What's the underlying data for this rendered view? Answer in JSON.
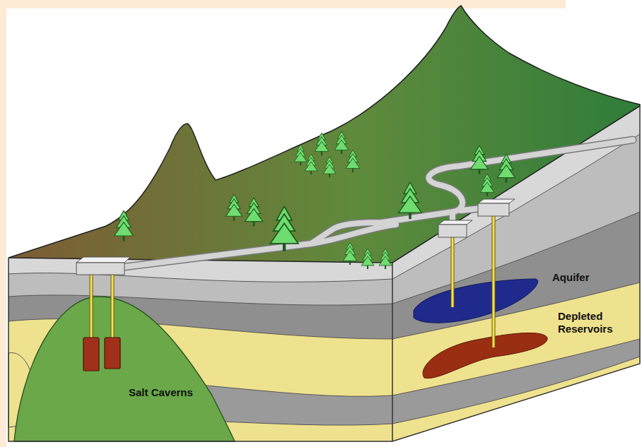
{
  "diagram": {
    "labels": [
      "Salt Caverns",
      "Aquifer",
      "Depleted Reservoirs"
    ]
  }
}
